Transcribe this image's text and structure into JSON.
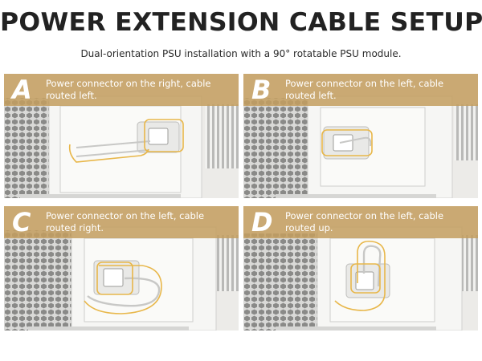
{
  "header": {
    "title": "POWER EXTENSION CABLE SETUP",
    "subtitle": "Dual-orientation PSU installation with a 90° rotatable PSU module."
  },
  "panels": [
    {
      "letter": "A",
      "caption": "Power connector on the right, cable routed left."
    },
    {
      "letter": "B",
      "caption": "Power connector on the left, cable routed left."
    },
    {
      "letter": "C",
      "caption": "Power connector on the left, cable routed right."
    },
    {
      "letter": "D",
      "caption": "Power connector on the left, cable routed up."
    }
  ],
  "colors": {
    "banner": "#c49e60",
    "highlight": "#e8b74a",
    "case": "#f4f4f2",
    "title": "#222222"
  }
}
